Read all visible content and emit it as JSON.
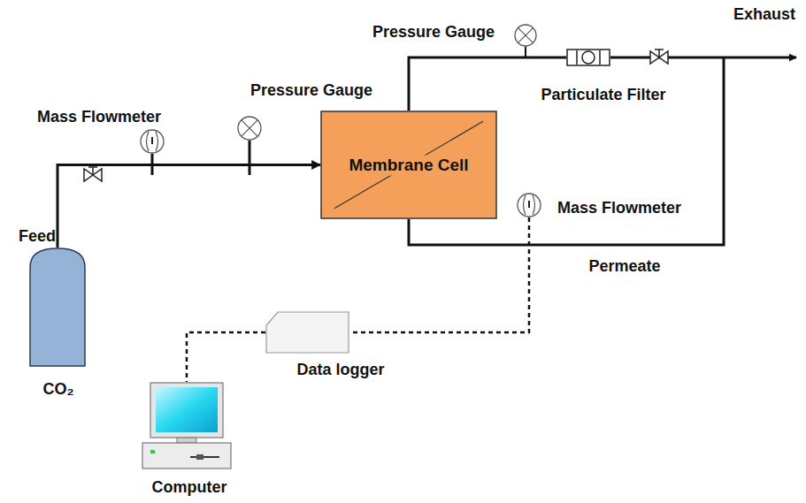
{
  "diagram": {
    "nodes": [
      {
        "text": [
          "CO₂"
        ]
      },
      {
        "text": [
          "Mass Flowmeter"
        ]
      },
      {
        "text": [
          "Pressure Gauge"
        ]
      },
      {
        "text": [
          "Membrane Cell"
        ]
      },
      {
        "text": [
          "Pressure Gauge"
        ]
      },
      {
        "text": [
          "Particulate Filter"
        ]
      },
      {
        "text": [
          "Mass Flowmeter"
        ]
      },
      {
        "text": [
          "Data logger"
        ]
      },
      {
        "text": [
          "Computer"
        ]
      }
    ],
    "edges": [
      {
        "from": 0,
        "to": 3,
        "arrow": "to"
      },
      {
        "from": 3,
        "to": 5,
        "arrow": "none"
      },
      {
        "from": 6,
        "to": 7,
        "arrow": "none"
      },
      {
        "from": 7,
        "to": 8,
        "arrow": "none"
      }
    ],
    "labels": [
      "Feed",
      "Exhaust",
      "Permeate"
    ]
  }
}
